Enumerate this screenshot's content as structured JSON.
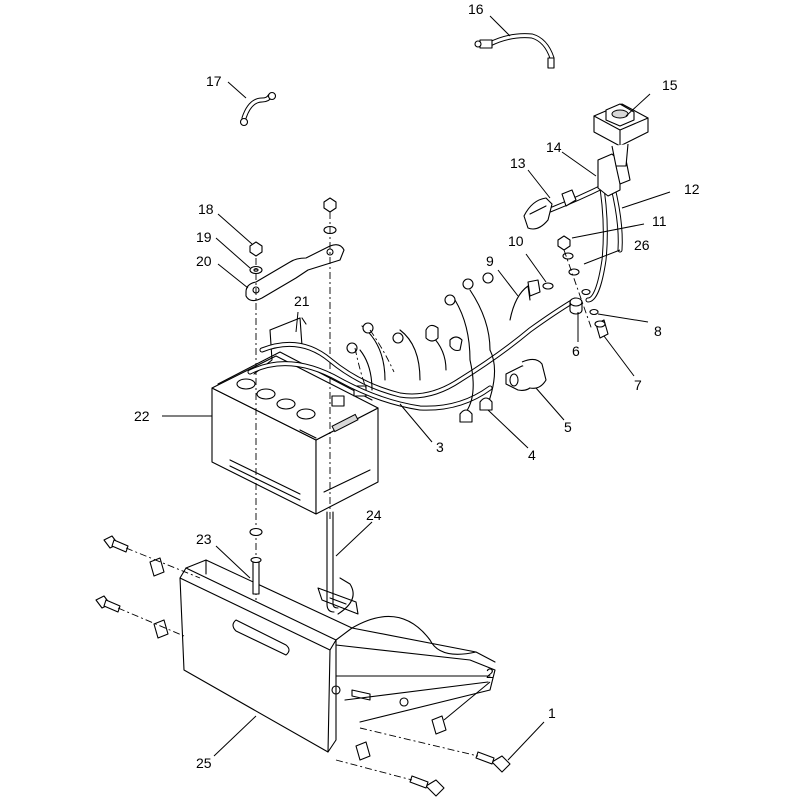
{
  "callouts": [
    {
      "label": "1",
      "part": "bolt-front"
    },
    {
      "label": "2",
      "part": "nut-clip-front"
    },
    {
      "label": "3",
      "part": "wire-harness"
    },
    {
      "label": "4",
      "part": "hose-clamp"
    },
    {
      "label": "5",
      "part": "connector-cap"
    },
    {
      "label": "6",
      "part": "spacer"
    },
    {
      "label": "7",
      "part": "screw"
    },
    {
      "label": "8",
      "part": "lock-washer"
    },
    {
      "label": "9",
      "part": "battery-cable-positive"
    },
    {
      "label": "10",
      "part": "washer"
    },
    {
      "label": "11",
      "part": "nut"
    },
    {
      "label": "12",
      "part": "battery-cable"
    },
    {
      "label": "13",
      "part": "terminal-boot"
    },
    {
      "label": "14",
      "part": "cable-assembly"
    },
    {
      "label": "15",
      "part": "disconnect-switch"
    },
    {
      "label": "16",
      "part": "ground-wire"
    },
    {
      "label": "17",
      "part": "jumper-wire"
    },
    {
      "label": "18",
      "part": "hold-down-nut"
    },
    {
      "label": "19",
      "part": "hold-down-washer"
    },
    {
      "label": "20",
      "part": "hold-down-bracket"
    },
    {
      "label": "21",
      "part": "battery-strap"
    },
    {
      "label": "22",
      "part": "battery"
    },
    {
      "label": "23",
      "part": "carriage-bolt"
    },
    {
      "label": "24",
      "part": "j-bolt"
    },
    {
      "label": "25",
      "part": "battery-tray"
    },
    {
      "label": "26",
      "part": "flat-washer"
    }
  ]
}
